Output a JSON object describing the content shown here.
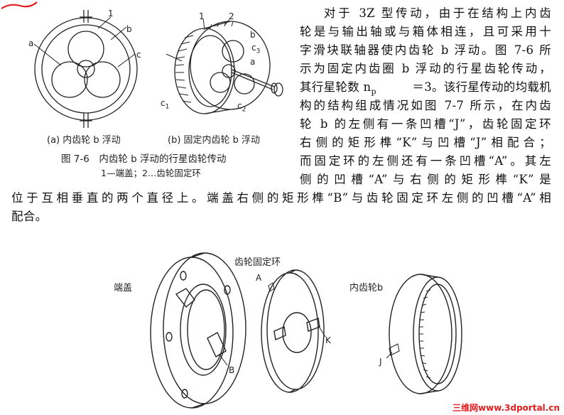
{
  "text_lines": [
    "对于 3Z 型传动，由于在结构上内齿",
    "轮是与输出轴或与箱体相连，且可采用十",
    "字滑块联轴器使内齿轮 b 浮动。图 7-6 所",
    "示为固定内齿圈 b 浮动的行星齿轮传动，",
    "其行星轮数 n",
    "p",
    "＝3。该行星传动的均载机",
    "构的结构组成情况如图 7-7 所示，在内齿",
    "轮 b 的左侧有一条凹槽“J”，齿轮固定环",
    "右侧的矩形榫“K”与凹槽“J”相配合；",
    "而固定环的左侧还有一条凹槽“A”。其左",
    "侧的凹槽“A”与右侧的矩形榫“K”是",
    "位于互相垂直的两个直径上。端盖右侧的矩形榫“B”与齿轮固定环左侧的凹槽“A”相",
    "配合。"
  ],
  "figure_7_6": {
    "sub_a": {
      "caption": "(a) 内齿轮 b 浮动",
      "labels": [
        "1",
        "b",
        "a",
        "c"
      ]
    },
    "sub_b": {
      "caption": "(b) 固定内齿轮 b 浮动",
      "labels": [
        "1",
        "2",
        "b",
        "c",
        "3",
        "a",
        "c",
        "1",
        "c",
        "2"
      ]
    },
    "title": "图 7-6　内齿轮 b 浮动的行星齿轮传动",
    "note": "1—端盖；2…齿轮固定环"
  },
  "figure_7_7": {
    "labels": {
      "end_cover": "端盖",
      "fixed_ring": "齿轮固定环",
      "internal_gear": "内齿轮b",
      "A": "A",
      "B": "B",
      "K": "K",
      "J": "J"
    }
  },
  "watermark": "三维网www.3dportal.cn",
  "colors": {
    "text": "#111111",
    "watermark": "#e41e1e",
    "scribble": "#e41e1e"
  }
}
